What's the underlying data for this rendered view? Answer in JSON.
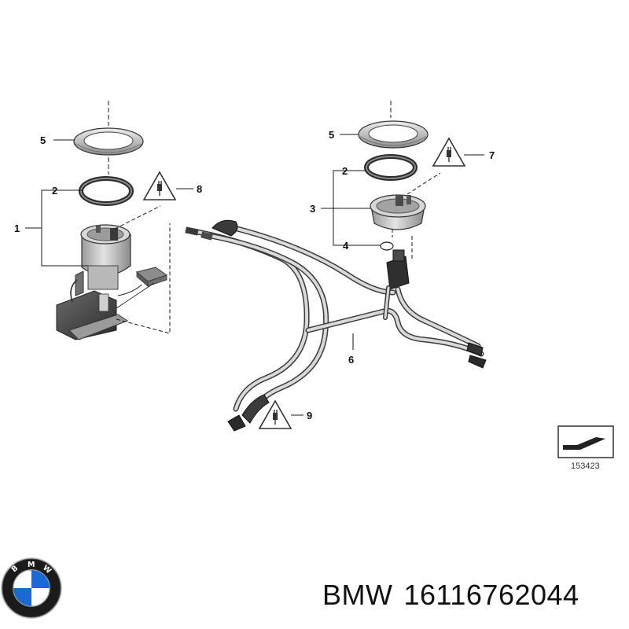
{
  "diagram": {
    "callouts": {
      "left_1": "1",
      "left_2": "2",
      "left_5": "5",
      "left_8": "8",
      "right_2": "2",
      "right_3": "3",
      "right_4": "4",
      "right_5": "5",
      "right_7": "7",
      "center_6": "6",
      "bottom_9": "9"
    },
    "reference_code": "153423"
  },
  "footer": {
    "brand": "BMW",
    "part_number": "16116762044",
    "logo_letters": [
      "B",
      "M",
      "W"
    ]
  },
  "colors": {
    "line": "#1a1a1a",
    "metal": "#c9c9c9",
    "dark_part": "#3a3a3a",
    "logo_blue": "#1c69d4",
    "logo_ring": "#1b1b1b"
  },
  "icons": [
    "warning-triangle-icon",
    "warning-triangle-icon",
    "warning-triangle-icon",
    "bmw-roundel-icon",
    "page-corner-icon"
  ]
}
